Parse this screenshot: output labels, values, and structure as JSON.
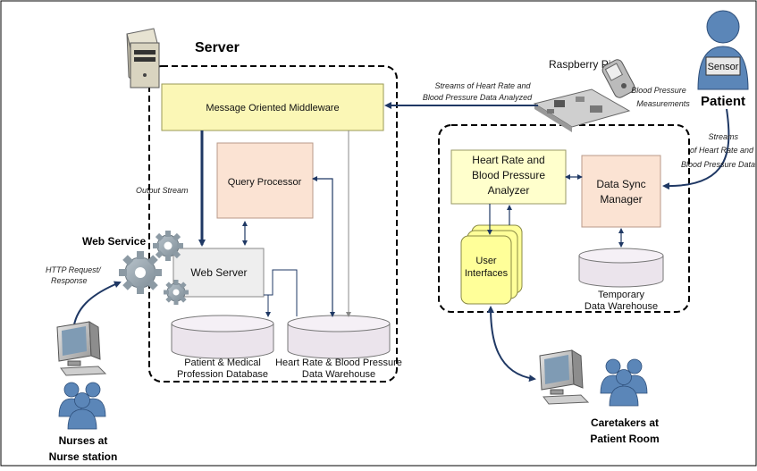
{
  "titles": {
    "server": "Server",
    "raspberry_pi": "Raspberry Pi",
    "patient": "Patient",
    "web_service": "Web Service"
  },
  "components": {
    "middleware": "Message Oriented Middleware",
    "query_processor": "Query Processor",
    "web_server": "Web Server",
    "analyzer": [
      "Heart Rate and",
      "Blood Pressure",
      "Analyzer"
    ],
    "data_sync": [
      "Data Sync",
      "Manager"
    ],
    "user_interfaces": [
      "User",
      "Interfaces"
    ],
    "sensor": "Sensor"
  },
  "databases": {
    "patient_db": [
      "Patient & Medical",
      "Profession Database"
    ],
    "hr_bp_warehouse": [
      "Heart Rate & Blood Pressure",
      "Data Warehouse"
    ],
    "temp_warehouse": [
      "Temporary",
      "Data Warehouse"
    ]
  },
  "annotations": {
    "streams_to_middleware": [
      "Streams of Heart Rate and",
      "Blood Pressure Data Analyzed"
    ],
    "bp_measurements": [
      "Blood Pressure",
      "Measurements"
    ],
    "streams_from_patient": [
      "Streams",
      "of Heart Rate and",
      "Blood Pressure Data"
    ],
    "output_stream": "Output Stream",
    "http": [
      "HTTP Request/",
      "Response"
    ]
  },
  "actors": {
    "nurses": [
      "Nurses at",
      "Nurse station"
    ],
    "caretakers": [
      "Caretakers at",
      "Patient Room"
    ]
  },
  "colors": {
    "middleware_fill": "#fbf7b6",
    "middleware_stroke": "#9a9a55",
    "peach_fill": "#fbe3d3",
    "peach_stroke": "#b89a88",
    "gray_fill": "#eeeeee",
    "ui_fill": "#ffff99",
    "db_fill": "#ebe4ec",
    "arrow": "#1f3864",
    "people": "#5b86b8"
  }
}
